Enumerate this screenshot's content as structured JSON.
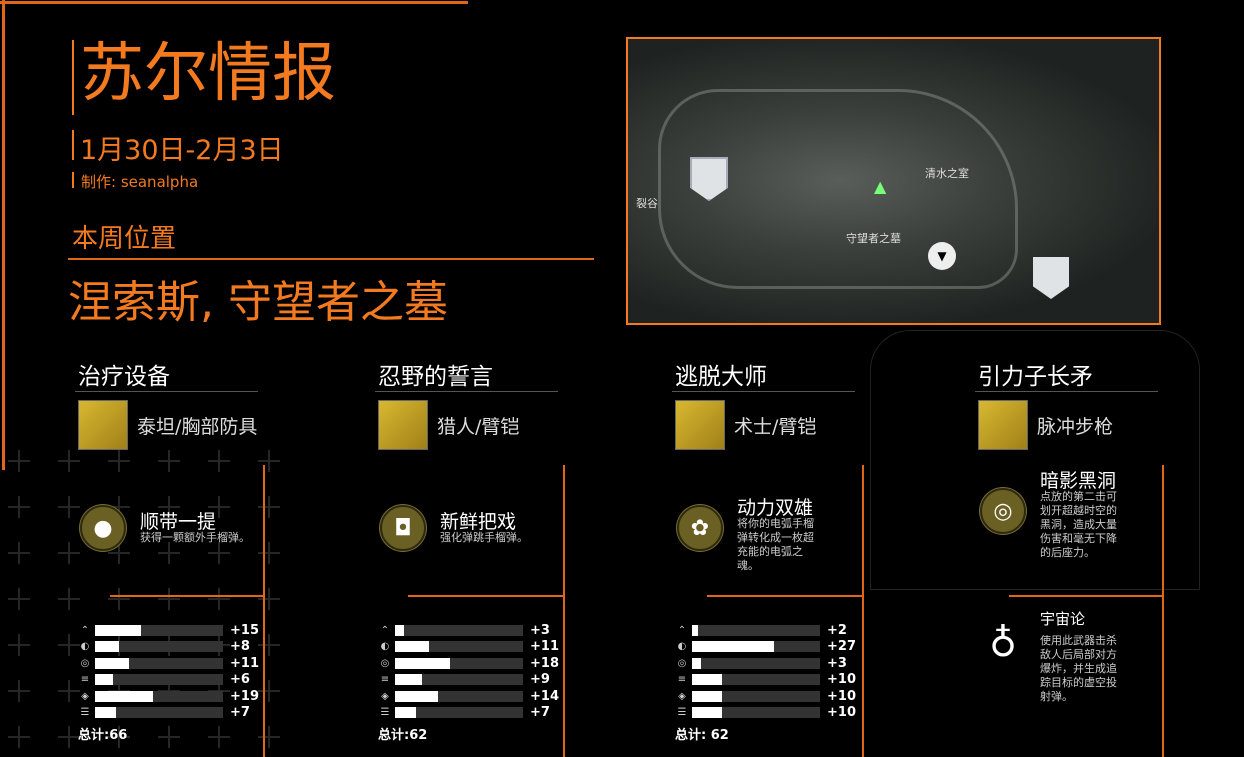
{
  "title": "苏尔情报",
  "date": "1月30日-2月3日",
  "author": "制作: seanalpha",
  "location_label": "本周位置",
  "location": "涅索斯, 守望者之墓",
  "map": {
    "labels": [
      "裂谷",
      "清水之室",
      "守望者之墓"
    ]
  },
  "accent": "#f47a20",
  "columns": [
    {
      "header": "治疗设备",
      "item": "泰坦/胸部防具",
      "perks": [
        {
          "name": "顺带一提",
          "desc": "获得一颗额外手榴弹。",
          "icon": "grenade-icon"
        }
      ],
      "stats": [
        15,
        8,
        11,
        6,
        19,
        7
      ],
      "stat_labels": [
        "+15",
        "+8",
        "+11",
        "+6",
        "+19",
        "+7"
      ],
      "total": "总计:66"
    },
    {
      "header": "忍野的誓言",
      "item": "猎人/臂铠",
      "perks": [
        {
          "name": "新鲜把戏",
          "desc": "强化弹跳手榴弹。",
          "icon": "bounce-grenade-icon"
        }
      ],
      "stats": [
        3,
        11,
        18,
        9,
        14,
        7
      ],
      "stat_labels": [
        "+3",
        "+11",
        "+18",
        "+9",
        "+14",
        "+7"
      ],
      "total": "总计:62"
    },
    {
      "header": "逃脱大师",
      "item": "术士/臂铠",
      "perks": [
        {
          "name": "动力双雄",
          "desc": "将你的电弧手榴弹转化成一枚超充能的电弧之魂。",
          "icon": "arc-soul-icon"
        }
      ],
      "stats": [
        2,
        27,
        3,
        10,
        10,
        10
      ],
      "stat_labels": [
        "+2",
        "+27",
        "+3",
        "+10",
        "+10",
        "+10"
      ],
      "total": "总计: 62"
    },
    {
      "header": "引力子长矛",
      "item": "脉冲步枪",
      "perks": [
        {
          "name": "暗影黑洞",
          "desc": "点放的第二击可划开超越时空的黑洞，造成大量伤害和毫无下降的后座力。",
          "icon": "vortex-icon"
        },
        {
          "name": "宇宙论",
          "desc": "使用此武器击杀敌人后局部对方爆炸，并生成追踪目标的虚空投射弹。",
          "icon": "planet-icon"
        }
      ]
    }
  ],
  "stat_icons": [
    "mobility-icon",
    "resilience-icon",
    "recovery-icon",
    "discipline-icon",
    "intellect-icon",
    "strength-icon"
  ],
  "stat_max": 42
}
